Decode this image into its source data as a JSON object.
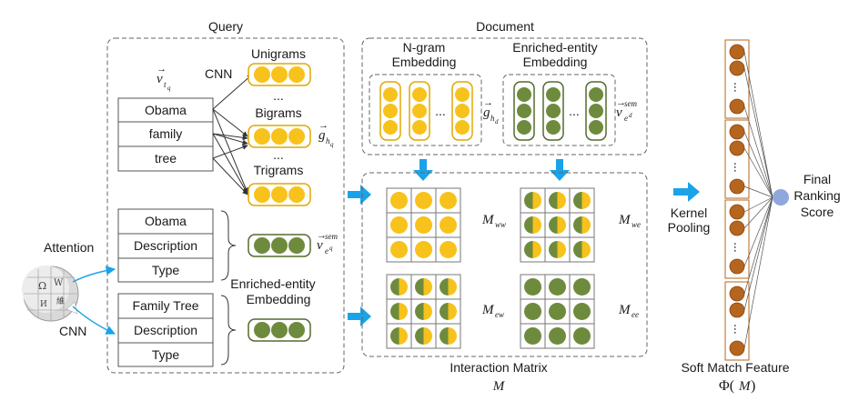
{
  "colors": {
    "gold": "#F7C21B",
    "gold_stroke": "#E0A800",
    "green": "#6E8B3D",
    "green_stroke": "#556B2F",
    "brown": "#B5651D",
    "brown_stroke": "#8B4513",
    "arrow_blue": "#1AA3E8",
    "node_blue": "#8FA8DC",
    "dash": "#666666"
  },
  "query": {
    "title": "Query",
    "vtq_main": "v",
    "vtq_sub": "t",
    "vtq_sup": "q",
    "cnn_label": "CNN",
    "unigrams": "Unigrams",
    "bigrams": "Bigrams",
    "trigrams": "Trigrams",
    "dots1": "...",
    "dots2": "...",
    "ghq_main": "g",
    "ghq_sub": "h",
    "ghq_subsub": "q",
    "words": [
      "Obama",
      "family",
      "tree"
    ],
    "entity1": [
      "Obama",
      "Description",
      "Type"
    ],
    "entity2": [
      "Family Tree",
      "Description",
      "Type"
    ],
    "veq_main": "v",
    "veq_sup": "sem",
    "veq_sub": "e",
    "veq_subsub": "q",
    "enriched_label_1": "Enriched-entity",
    "enriched_label_2": "Embedding",
    "attention": "Attention",
    "cnn_bottom": "CNN"
  },
  "document": {
    "title": "Document",
    "ngram_label_1": "N-gram",
    "ngram_label_2": "Embedding",
    "entity_label_1": "Enriched-entity",
    "entity_label_2": "Embedding",
    "dots_left": "...",
    "dots_right": "...",
    "ghd_main": "g",
    "ghd_sub": "h",
    "ghd_subsub": "d",
    "ved_main": "v",
    "ved_sup": "sem",
    "ved_sub": "e",
    "ved_subsub": "d"
  },
  "interaction": {
    "mww_main": "M",
    "mww_sub": "ww",
    "mwe_main": "M",
    "mwe_sub": "we",
    "mew_main": "M",
    "mew_sub": "ew",
    "mee_main": "M",
    "mee_sub": "ee",
    "caption": "Interaction Matrix",
    "caption_math": "M"
  },
  "kernel": {
    "line1": "Kernel",
    "line2": "Pooling"
  },
  "output": {
    "dots": "...",
    "final_1": "Final",
    "final_2": "Ranking",
    "final_3": "Score",
    "soft_match": "Soft Match Feature",
    "phi": "Φ(",
    "phi_m": "M",
    "phi_close": ")"
  }
}
